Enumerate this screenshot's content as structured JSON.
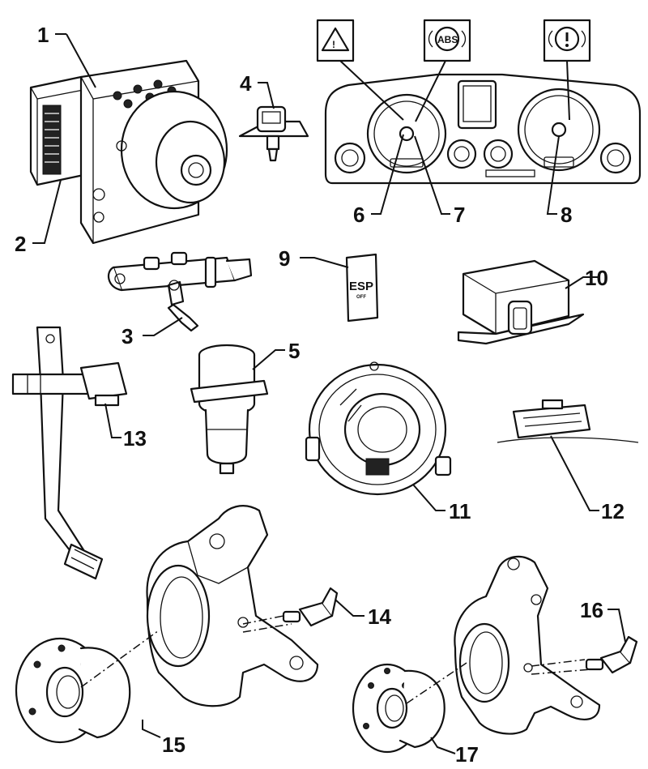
{
  "callouts": [
    {
      "id": "1",
      "label": "1"
    },
    {
      "id": "2",
      "label": "2"
    },
    {
      "id": "3",
      "label": "3"
    },
    {
      "id": "4",
      "label": "4"
    },
    {
      "id": "5",
      "label": "5"
    },
    {
      "id": "6",
      "label": "6"
    },
    {
      "id": "7",
      "label": "7"
    },
    {
      "id": "8",
      "label": "8"
    },
    {
      "id": "9",
      "label": "9"
    },
    {
      "id": "10",
      "label": "10"
    },
    {
      "id": "11",
      "label": "11"
    },
    {
      "id": "12",
      "label": "12"
    },
    {
      "id": "13",
      "label": "13"
    },
    {
      "id": "14",
      "label": "14"
    },
    {
      "id": "15",
      "label": "15"
    },
    {
      "id": "16",
      "label": "16"
    },
    {
      "id": "17",
      "label": "17"
    }
  ],
  "warning_lamps": {
    "abs_label": "ABS"
  },
  "esp_switch": {
    "main_label": "ESP",
    "sub_label": "OFF"
  },
  "icons": [
    "warning-triangle-icon",
    "abs-lamp-icon",
    "brake-warning-icon"
  ]
}
